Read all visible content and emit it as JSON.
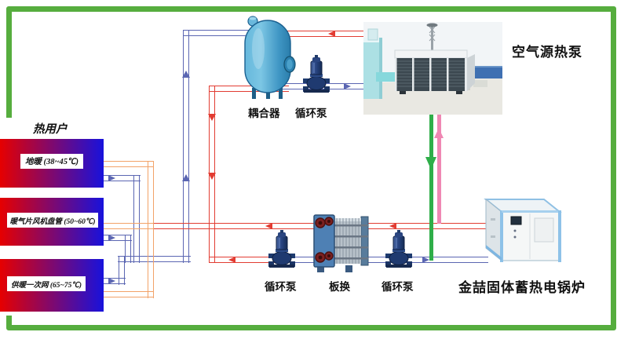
{
  "labels": {
    "air_source_heat_pump": "空气源热泵",
    "coupler": "耦合器",
    "coupler_pump": "循环泵",
    "heat_users_title": "热用户",
    "bottom_pump_left": "循环泵",
    "plate_hx": "板换",
    "bottom_pump_right": "循环泵",
    "boiler": "金喆固体蓄热电锅炉"
  },
  "heat_users": [
    {
      "label": "地暖 (38~45℃)"
    },
    {
      "label": "暖气片风机盘管 (50~60℃)"
    },
    {
      "label": "供暖一次网 (65~75℃)"
    }
  ],
  "colors": {
    "pipe_hot": "#e23c32",
    "pipe_cold": "#5b66b2",
    "pipe_supply_user": "#f2a268",
    "hp_supply_line": "#2fae49",
    "hp_return_line": "#ef87b3",
    "frame": "#56ad3e",
    "bar_gradient_left": "#e60000",
    "bar_gradient_right": "#1812dc"
  }
}
